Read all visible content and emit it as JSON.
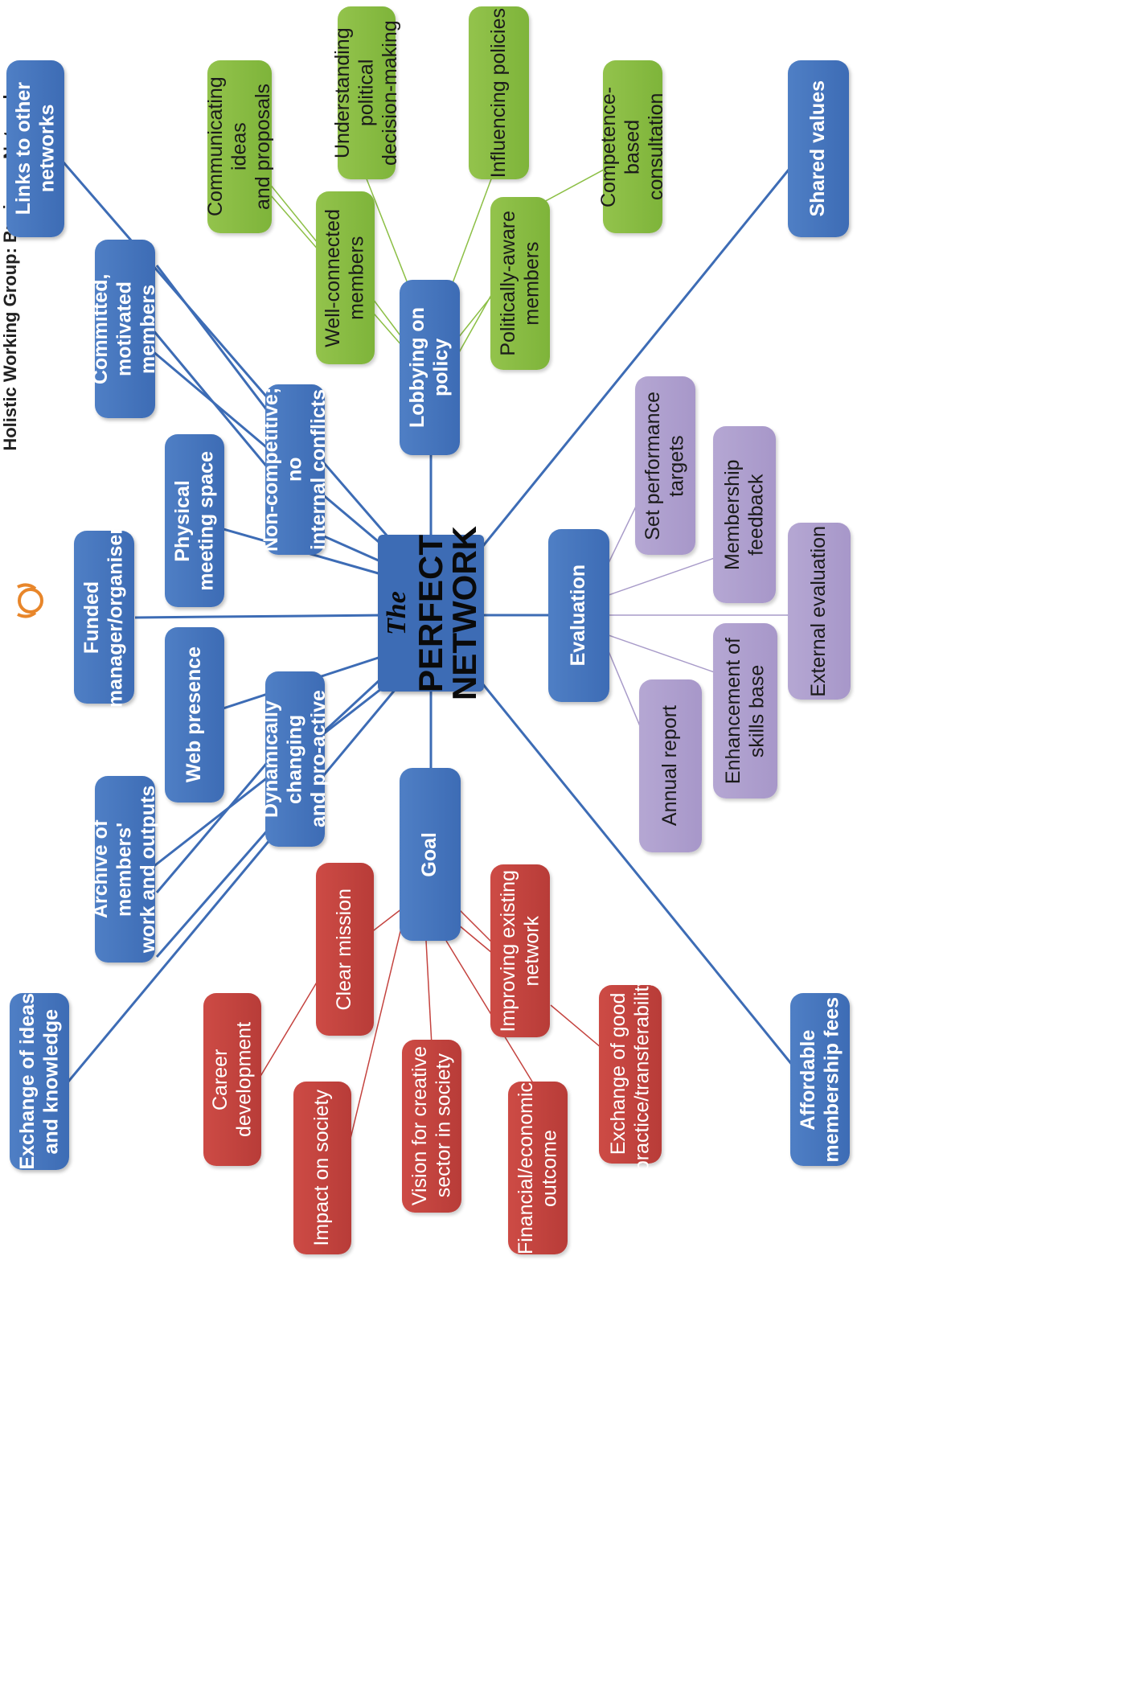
{
  "header": {
    "text": "Holistic Working Group: Business Networks"
  },
  "center": {
    "prefix": "The",
    "title_line1": "PERFECT",
    "title_line2": "NETWORK"
  },
  "colors": {
    "blue": "#3d6cb5",
    "green": "#8cbf45",
    "red": "#c4433f",
    "purple": "#b0a2d0",
    "line_blue": "#3d6cb5",
    "line_green": "#8cbf45",
    "line_red": "#c4433f",
    "line_purple": "#a89bc9"
  },
  "nodes": {
    "links_to_other_networks": "Links to other\nnetworks",
    "committed_motivated_members": "Committed,\nmotivated members",
    "non_competitive": "Non-competitive; no\ninternal conflicts",
    "physical_meeting_space": "Physical\nmeeting space",
    "funded_manager": "Funded\nmanager/organiser",
    "web_presence": "Web presence",
    "dynamically_changing": "Dynamically changing\nand pro-active",
    "archive_of_members": "Archive of members'\nwork and outputs",
    "exchange_of_ideas": "Exchange of ideas\nand knowledge",
    "lobbying_on_policy": "Lobbying on policy",
    "communicating_ideas": "Communicating ideas\nand proposals",
    "understanding_political": "Understanding political\ndecision-making",
    "influencing_policies": "Influencing policies",
    "well_connected_members": "Well-connected\nmembers",
    "politically_aware_members": "Politically-aware\nmembers",
    "competence_based_consultation": "Competence-based\nconsultation",
    "shared_values": "Shared values",
    "evaluation": "Evaluation",
    "set_performance_targets": "Set performance\ntargets",
    "membership_feedback": "Membership feedback",
    "external_evaluation": "External evaluation",
    "enhancement_of_skills": "Enhancement of\nskills base",
    "annual_report": "Annual report",
    "affordable_membership_fees": "Affordable\nmembership fees",
    "goal": "Goal",
    "clear_mission": "Clear mission",
    "career_development": "Career development",
    "improving_existing_network": "Improving existing\nnetwork",
    "exchange_of_good_practice": "Exchange of good\npractice/transferability",
    "impact_on_society": "Impact on society",
    "vision_for_creative_sector": "Vision for creative\nsector in society",
    "financial_economic_outcome": "Financial/economic\noutcome"
  }
}
